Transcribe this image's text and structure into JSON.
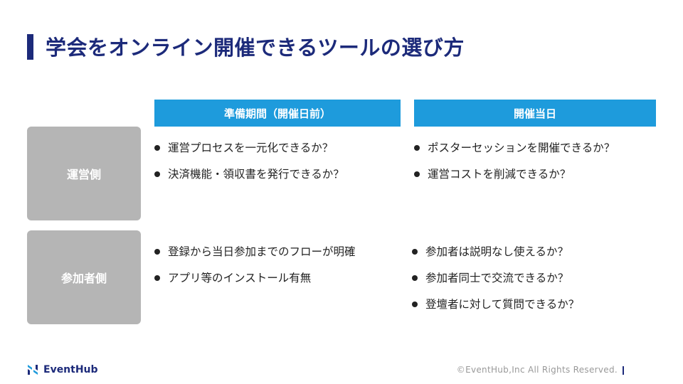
{
  "slide": {
    "title": "学会をオンライン開催できるツールの選び方"
  },
  "table": {
    "columns": [
      "準備期間（開催日前）",
      "開催当日"
    ],
    "rows": [
      {
        "label": "運営側",
        "cells": [
          [
            "運営プロセスを一元化できるか？",
            "決済機能・領収書を発行できるか？"
          ],
          [
            "ポスターセッションを開催できるか？",
            "運営コストを削減できるか？"
          ]
        ]
      },
      {
        "label": "参加者側",
        "cells": [
          [
            "登録から当日参加までのフローが明確",
            "アプリ等のインストール有無"
          ],
          [
            "参加者は説明なし使えるか？",
            "参加者同士で交流できるか？",
            "登壇者に対して質問できるか？"
          ]
        ]
      }
    ]
  },
  "footer": {
    "logo_text": "EventHub",
    "copyright": "©EventHub,Inc All Rights Reserved."
  },
  "colors": {
    "title": "#1c2a7a",
    "column_header": "#1e9bdc",
    "row_header": "#b5b5b5"
  },
  "icons": {
    "logo": "eventhub-logo-icon"
  }
}
